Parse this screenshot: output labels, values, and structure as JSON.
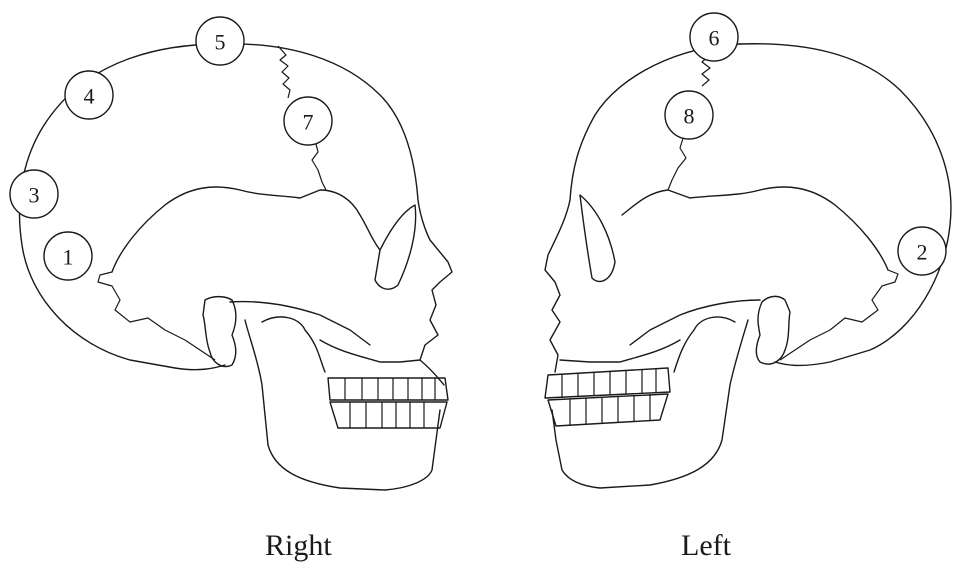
{
  "labels": {
    "right": "Right",
    "left": "Left"
  },
  "markers": {
    "m1": "1",
    "m2": "2",
    "m3": "3",
    "m4": "4",
    "m5": "5",
    "m6": "6",
    "m7": "7",
    "m8": "8"
  }
}
